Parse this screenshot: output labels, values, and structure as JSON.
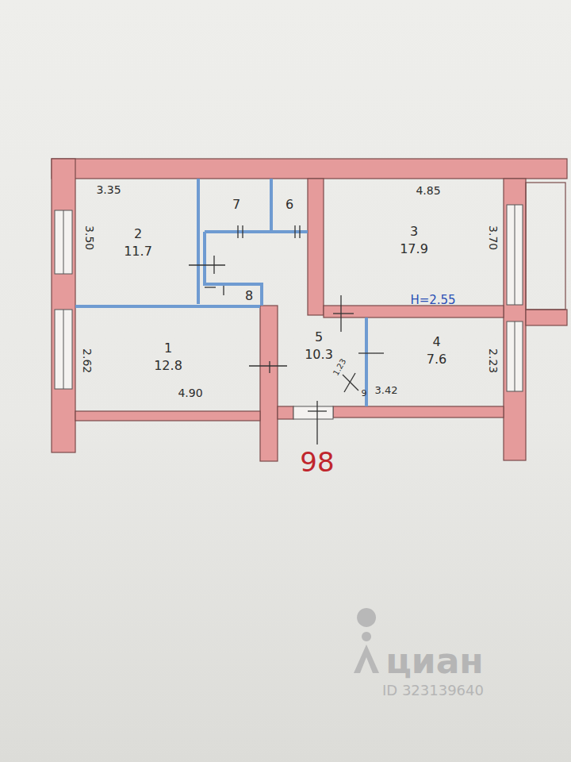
{
  "diagram": {
    "nodes": [
      {
        "text": [
          "2",
          "11.7"
        ]
      },
      {
        "text": [
          "7"
        ]
      },
      {
        "text": [
          "6"
        ]
      },
      {
        "text": [
          "8"
        ]
      },
      {
        "text": [
          "3",
          "17.9"
        ]
      },
      {
        "text": [
          "1",
          "12.8"
        ]
      },
      {
        "text": [
          "5",
          "10.3"
        ]
      },
      {
        "text": [
          "4",
          "7.6"
        ]
      }
    ],
    "labels": [
      "3.35",
      "3.50",
      "4.85",
      "3.70",
      "H=2.55",
      "2.62",
      "4.90",
      "1.23",
      "9",
      "3.42",
      "2.23",
      "98",
      "циан",
      "ID 323139640"
    ]
  }
}
